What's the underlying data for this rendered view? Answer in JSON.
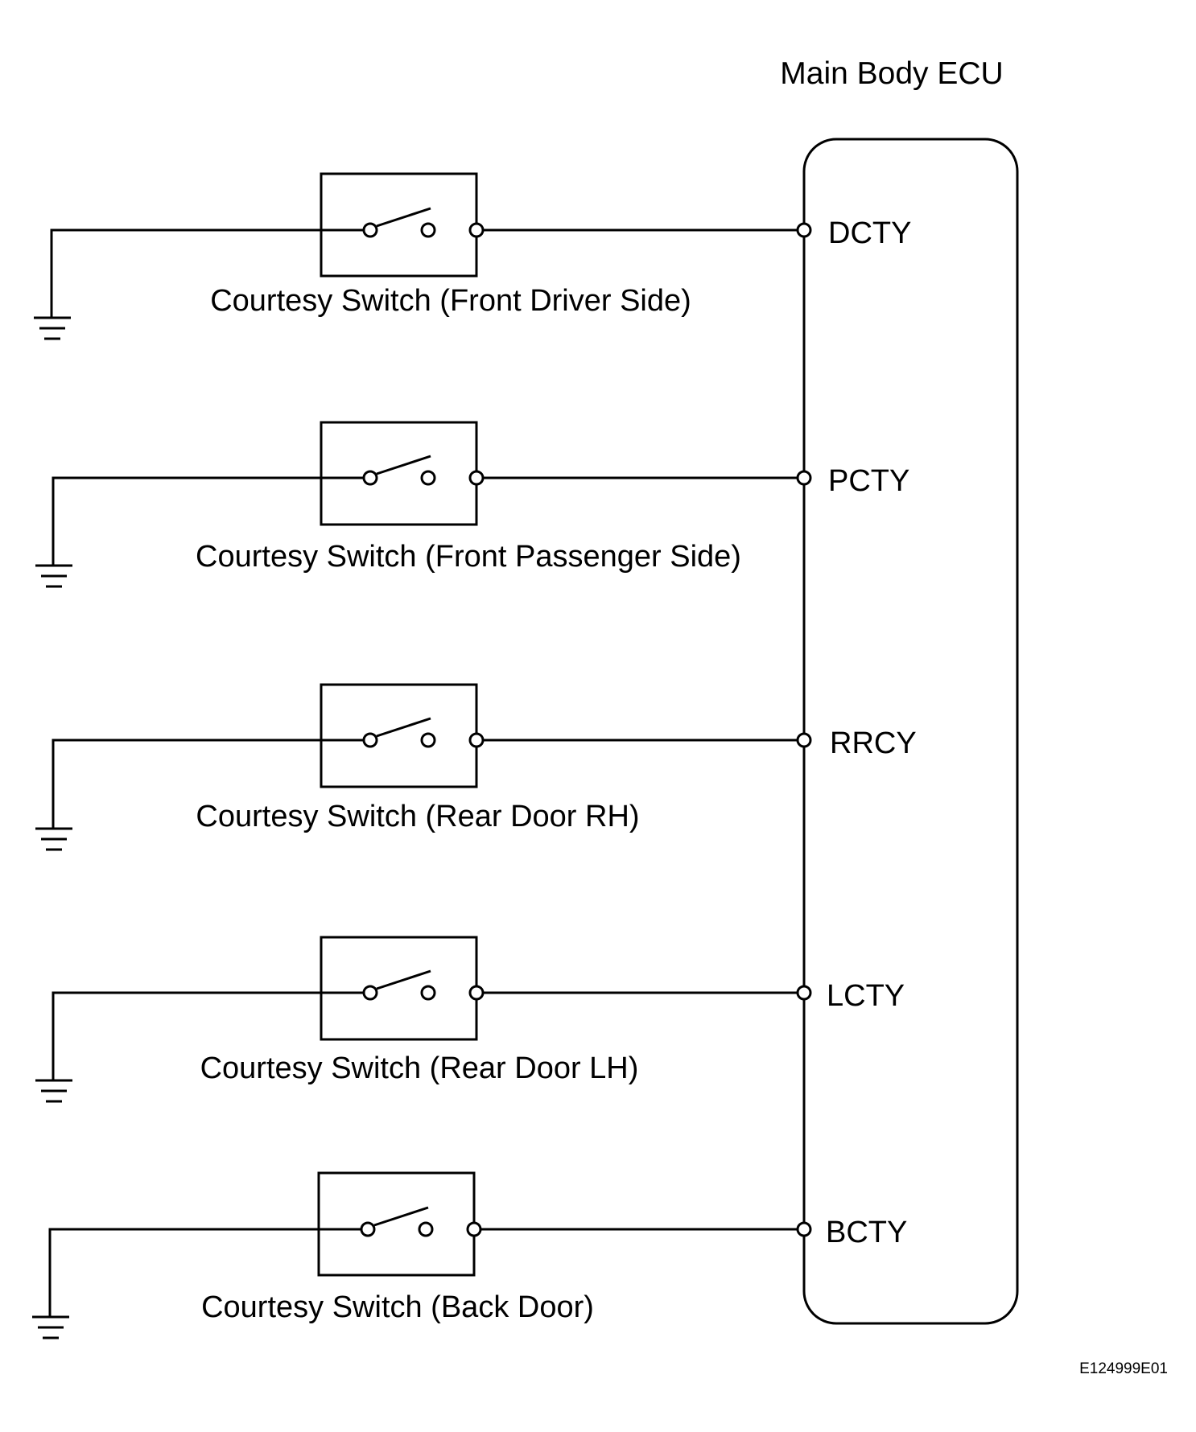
{
  "ecu": {
    "title": "Main Body ECU"
  },
  "circuits": [
    {
      "switch_label": "Courtesy Switch (Front Driver Side)",
      "pin": "DCTY"
    },
    {
      "switch_label": "Courtesy Switch (Front Passenger Side)",
      "pin": "PCTY"
    },
    {
      "switch_label": "Courtesy Switch (Rear Door RH)",
      "pin": "RRCY"
    },
    {
      "switch_label": "Courtesy Switch (Rear Door LH)",
      "pin": "LCTY"
    },
    {
      "switch_label": "Courtesy Switch (Back Door)",
      "pin": "BCTY"
    }
  ],
  "figure_code": "E124999E01"
}
